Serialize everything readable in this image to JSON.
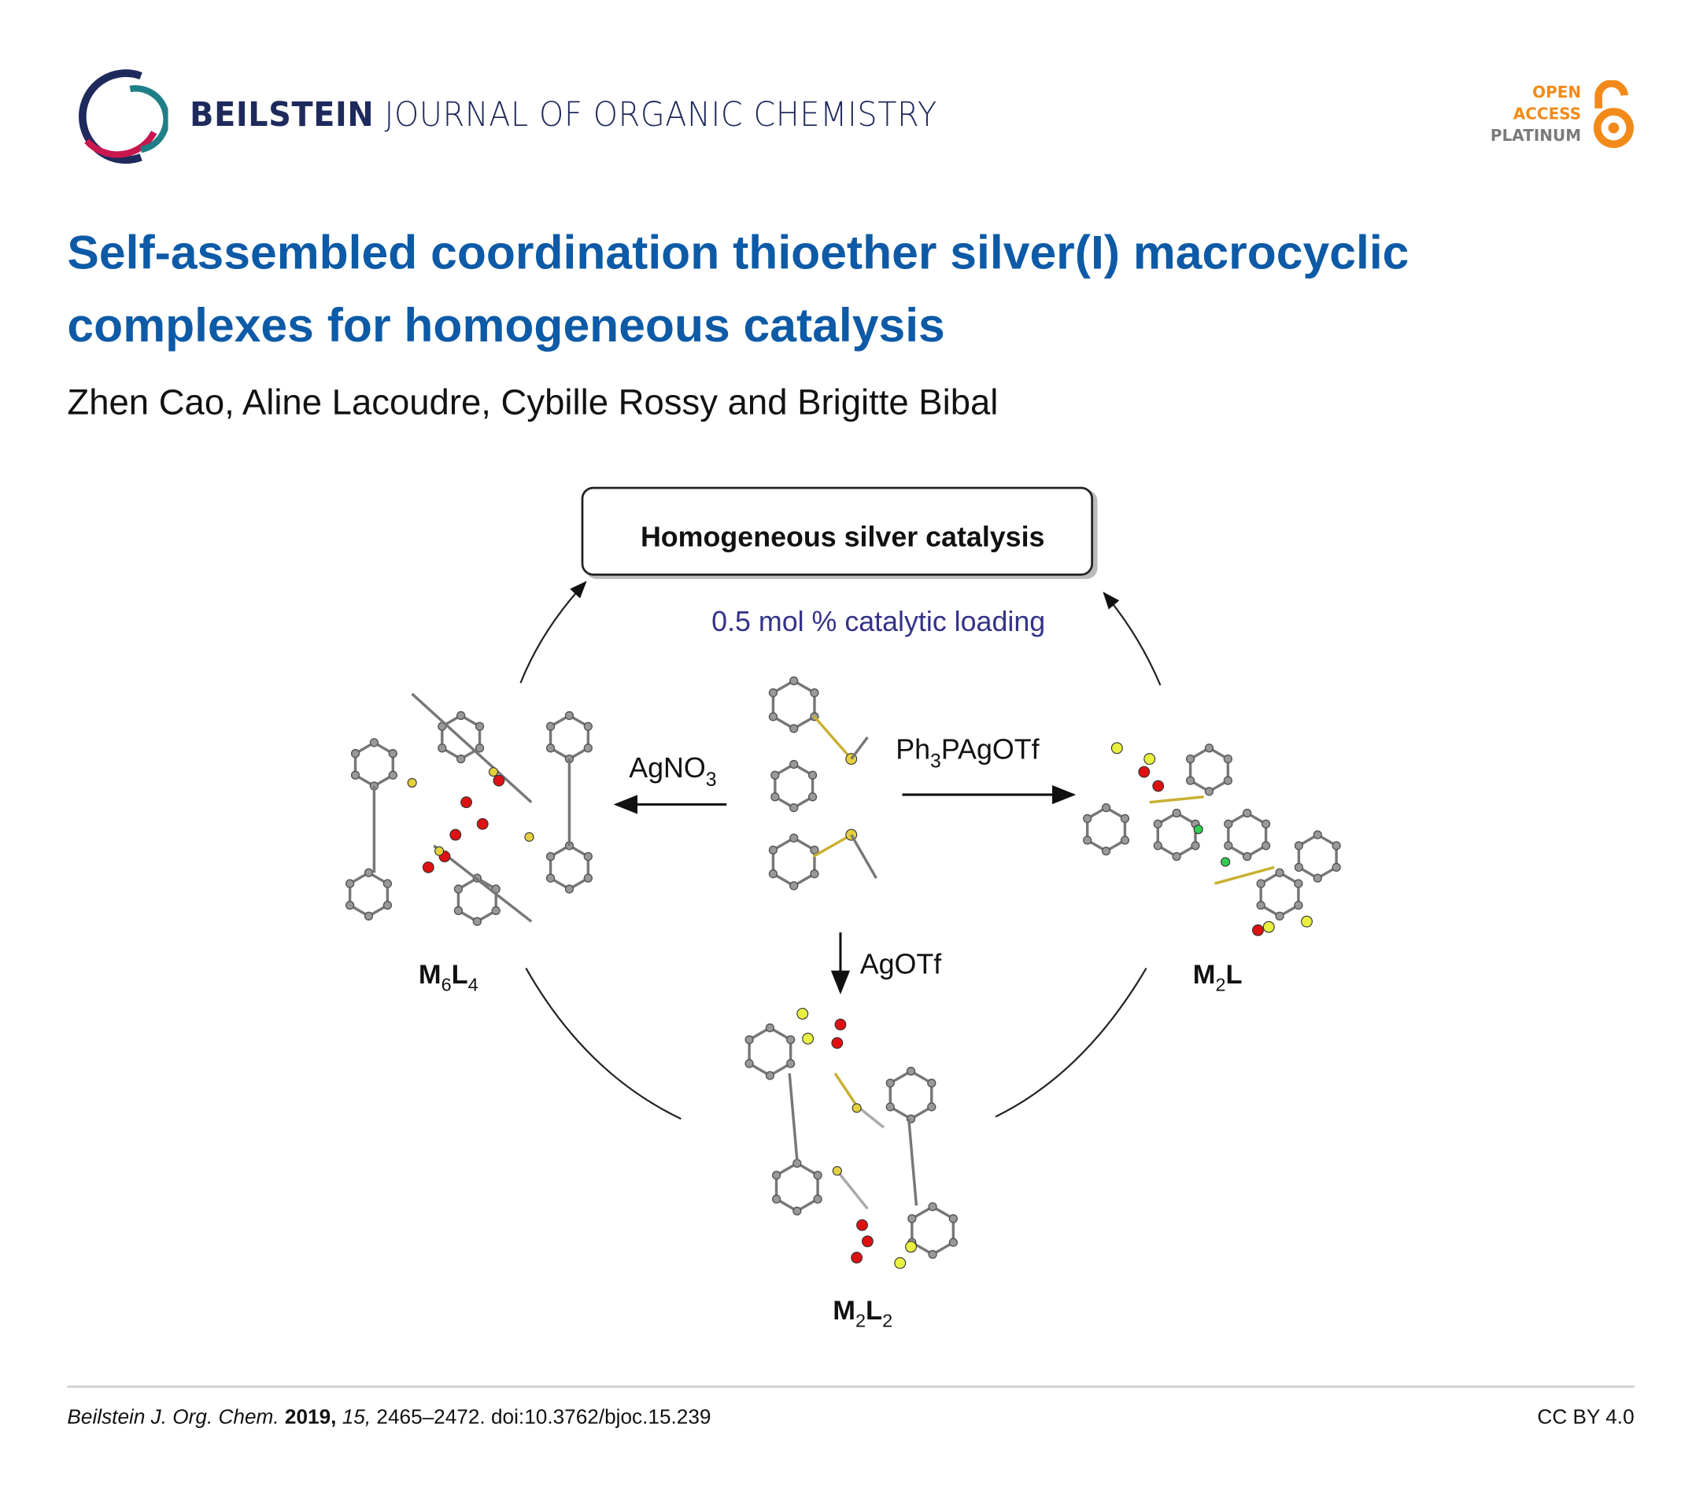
{
  "header": {
    "journal_bold": "BEILSTEIN",
    "journal_rest": "JOURNAL OF ORGANIC CHEMISTRY",
    "badge": {
      "line1": "OPEN",
      "line2": "ACCESS",
      "line3": "PLATINUM"
    },
    "colors": {
      "navy": "#1f2a5c",
      "crimson": "#c8174f",
      "teal": "#1f7f86",
      "orange": "#f28a1a",
      "gray": "#7a7a7a"
    }
  },
  "article": {
    "title_line1": "Self-assembled coordination thioether silver(I) macrocyclic",
    "title_line2": "complexes for homogeneous catalysis",
    "authors": "Zhen Cao, Aline Lacoudre, Cybille Rossy and Brigitte Bibal",
    "title_color": "#0d5aa7"
  },
  "figure": {
    "box_label": "Homogeneous silver catalysis",
    "loading": "0.5 mol % catalytic loading",
    "reagent_left": {
      "main": "AgNO",
      "sub": "3"
    },
    "reagent_right": {
      "a": "Ph",
      "sub": "3",
      "b": "PAgOTf"
    },
    "reagent_down": "AgOTf",
    "label_left": {
      "a": "M",
      "s1": "6",
      "b": "L",
      "s2": "4"
    },
    "label_right": {
      "a": "M",
      "s1": "2",
      "b": "L"
    },
    "label_bottom": {
      "a": "M",
      "s1": "2",
      "b": "L",
      "s2": "2"
    }
  },
  "footer": {
    "journal_abbrev": "Beilstein J. Org. Chem.",
    "year": "2019,",
    "volume": "15,",
    "pages_doi": "2465–2472. doi:10.3762/bjoc.15.239",
    "license": "CC BY 4.0"
  }
}
